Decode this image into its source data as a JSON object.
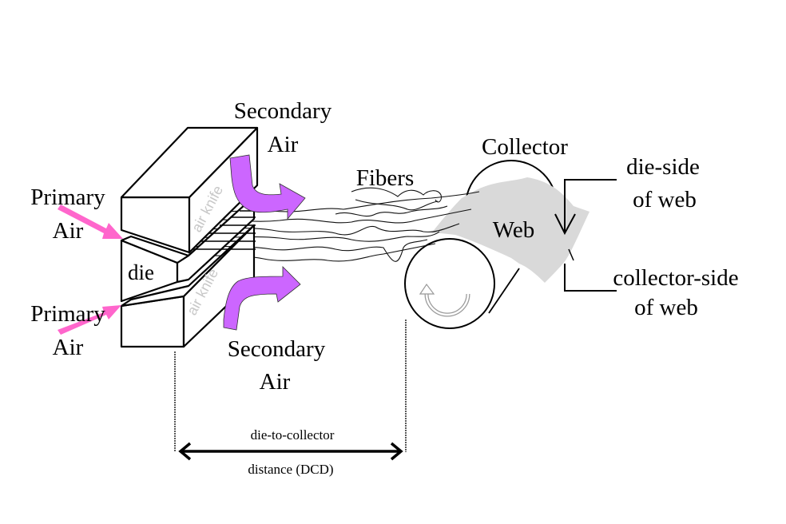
{
  "diagram": {
    "title": "Melt-blowing process schematic",
    "labels": {
      "secondary_air_top_line1": "Secondary",
      "secondary_air_top_line2": "Air",
      "secondary_air_bottom_line1": "Secondary",
      "secondary_air_bottom_line2": "Air",
      "primary_air_top_line1": "Primary",
      "primary_air_top_line2": "Air",
      "primary_air_bottom_line1": "Primary",
      "primary_air_bottom_line2": "Air",
      "die": "die",
      "air_knife_top": "air knife",
      "air_knife_bottom": "air knife",
      "fibers": "Fibers",
      "collector": "Collector",
      "web": "Web",
      "die_side_line1": "die-side",
      "die_side_line2": "of web",
      "collector_side_line1": "collector-side",
      "collector_side_line2": "of web",
      "dcd_line1": "die-to-collector",
      "dcd_line2": "distance (DCD)"
    },
    "colors": {
      "primary_air_arrow": "#ff66cc",
      "secondary_air_arrow": "#cc66ff",
      "web_fill": "#d9d9d9",
      "watermark_text": "#c8c8c8"
    },
    "icons": {
      "rotation": "counterclockwise-rotation-arrow",
      "dcd": "double-headed-arrow"
    }
  }
}
